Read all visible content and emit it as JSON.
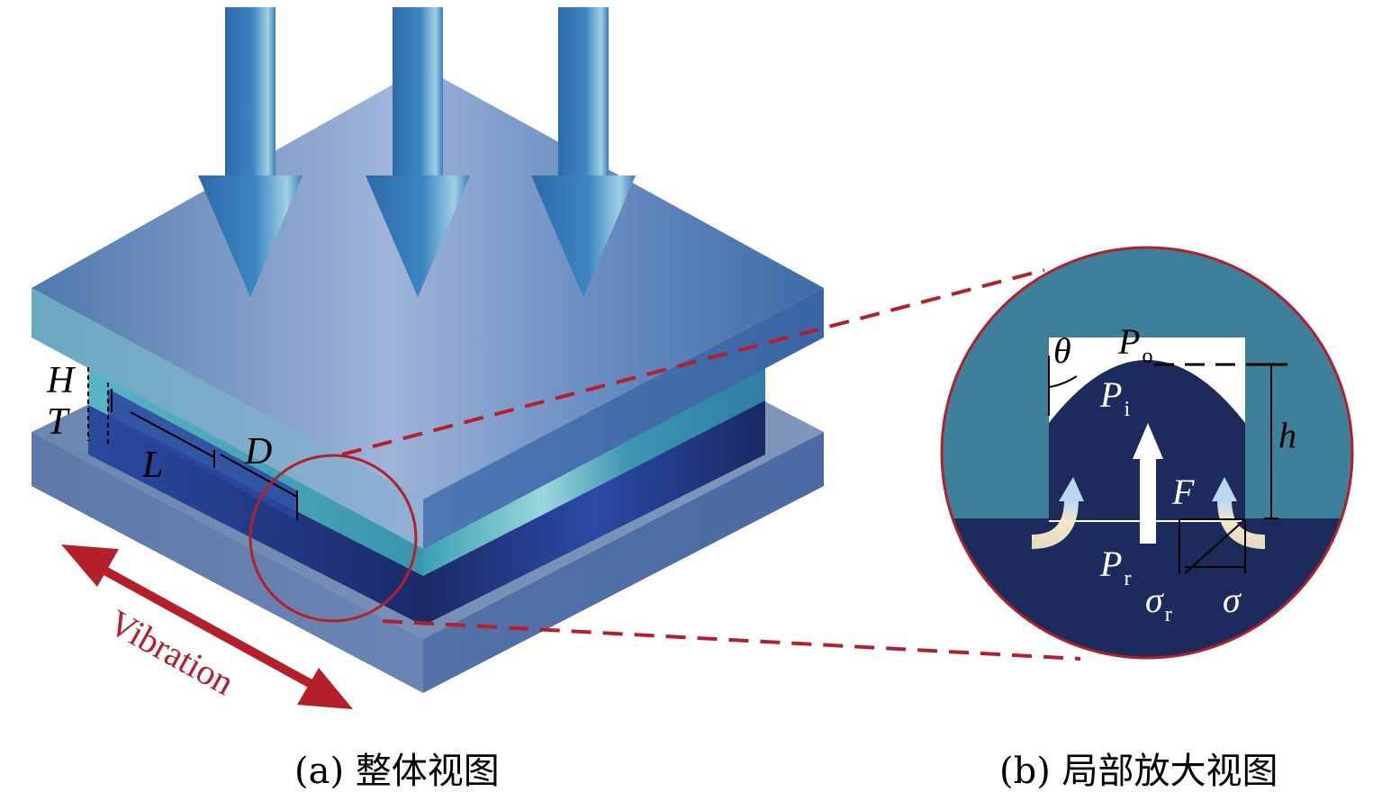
{
  "figure": {
    "panel_a": {
      "caption": "(a) 整体视图",
      "labels": {
        "H": "H",
        "T": "T",
        "L": "L",
        "D": "D"
      },
      "vibration_label": "Vibration"
    },
    "panel_b": {
      "caption": "(b) 局部放大视图",
      "labels": {
        "theta": "θ",
        "P_main": "P",
        "P_o_sub": "o",
        "P_i_sub": "i",
        "P_r_sub": "r",
        "h": "h",
        "F": "F",
        "sigma": "σ",
        "sigma_r_sub": "r"
      }
    }
  },
  "colors": {
    "top_plate": "#5b86bd",
    "bottom_plate": "#6e8fb8",
    "middle_layer": "#46a7b5",
    "dark_layer": "#1f2f6e",
    "arrow": "#3a7cbf",
    "vibration": "#b4202a",
    "circle_border": "#b4202a",
    "zoom_bg": "#3e7f9a",
    "zoom_dark": "#1c2b5c"
  }
}
